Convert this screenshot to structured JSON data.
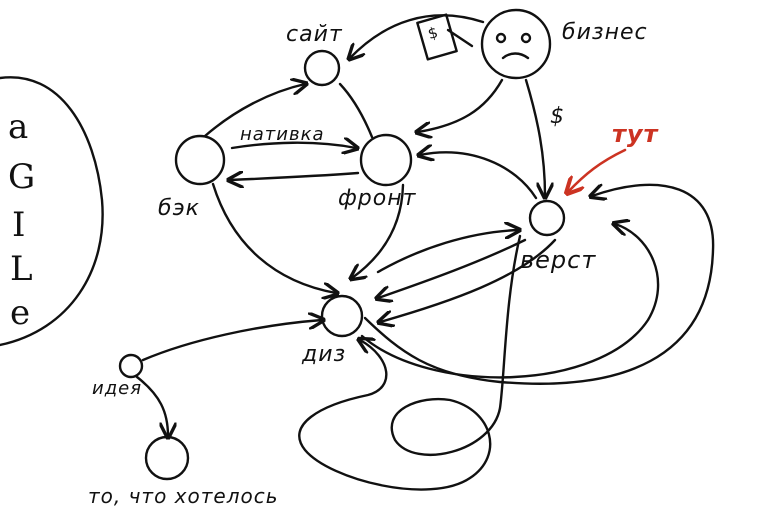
{
  "colors": {
    "ink": "#111111",
    "accent": "#cc3322"
  },
  "nodes": {
    "site": "сайт",
    "business": "бизнес",
    "back": "бэк",
    "front": "фронт",
    "verstka": "верст",
    "design": "диз",
    "idea": "идея",
    "result": "то, что хотелось"
  },
  "edge_labels": {
    "native": "нативка",
    "money": "$",
    "bill": "$",
    "pain": "тут"
  },
  "agile": [
    "a",
    "G",
    "I",
    "L",
    "e"
  ]
}
